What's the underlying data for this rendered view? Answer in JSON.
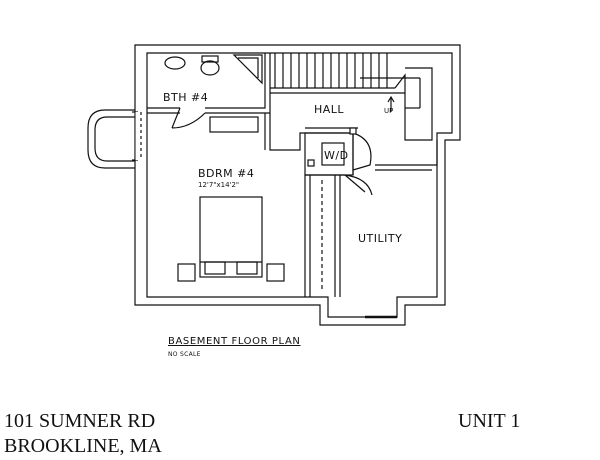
{
  "plan": {
    "rooms": {
      "bath": "BTH #4",
      "hall": "HALL",
      "up": "UP",
      "wd": "W/D",
      "bedroom": "BDRM #4",
      "bedroom_size": "12'7\"x14'2\"",
      "utility": "UTILITY"
    },
    "title": "BASEMENT FLOOR PLAN",
    "scale": "NO SCALE"
  },
  "address": {
    "line1": "101 SUMNER RD",
    "line2": "BROOKLINE, MA",
    "unit": "UNIT 1"
  }
}
